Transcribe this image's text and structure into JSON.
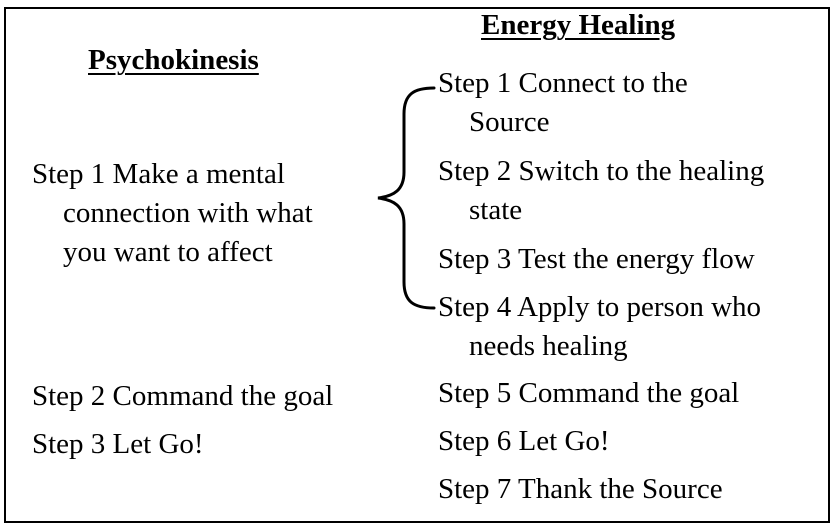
{
  "psychokinesis": {
    "title": "Psychokinesis",
    "steps": [
      {
        "first": "Step 1 Make a mental",
        "rest": [
          "connection with what",
          "you want to affect"
        ]
      },
      {
        "first": "Step 2 Command the goal",
        "rest": []
      },
      {
        "first": "Step 3 Let Go!",
        "rest": []
      }
    ]
  },
  "energy_healing": {
    "title": "Energy Healing",
    "steps": [
      {
        "first": "Step 1 Connect to the",
        "rest": [
          "Source"
        ]
      },
      {
        "first": "Step 2 Switch to the healing",
        "rest": [
          "state"
        ]
      },
      {
        "first": "Step 3 Test the energy flow",
        "rest": []
      },
      {
        "first": "Step 4 Apply to person who",
        "rest": [
          "needs healing"
        ]
      },
      {
        "first": "Step 5 Command the goal",
        "rest": []
      },
      {
        "first": "Step 6 Let Go!",
        "rest": []
      },
      {
        "first": "Step 7 Thank the Source",
        "rest": []
      }
    ]
  },
  "colors": {
    "text": "#000000",
    "background": "#ffffff",
    "border": "#000000"
  }
}
